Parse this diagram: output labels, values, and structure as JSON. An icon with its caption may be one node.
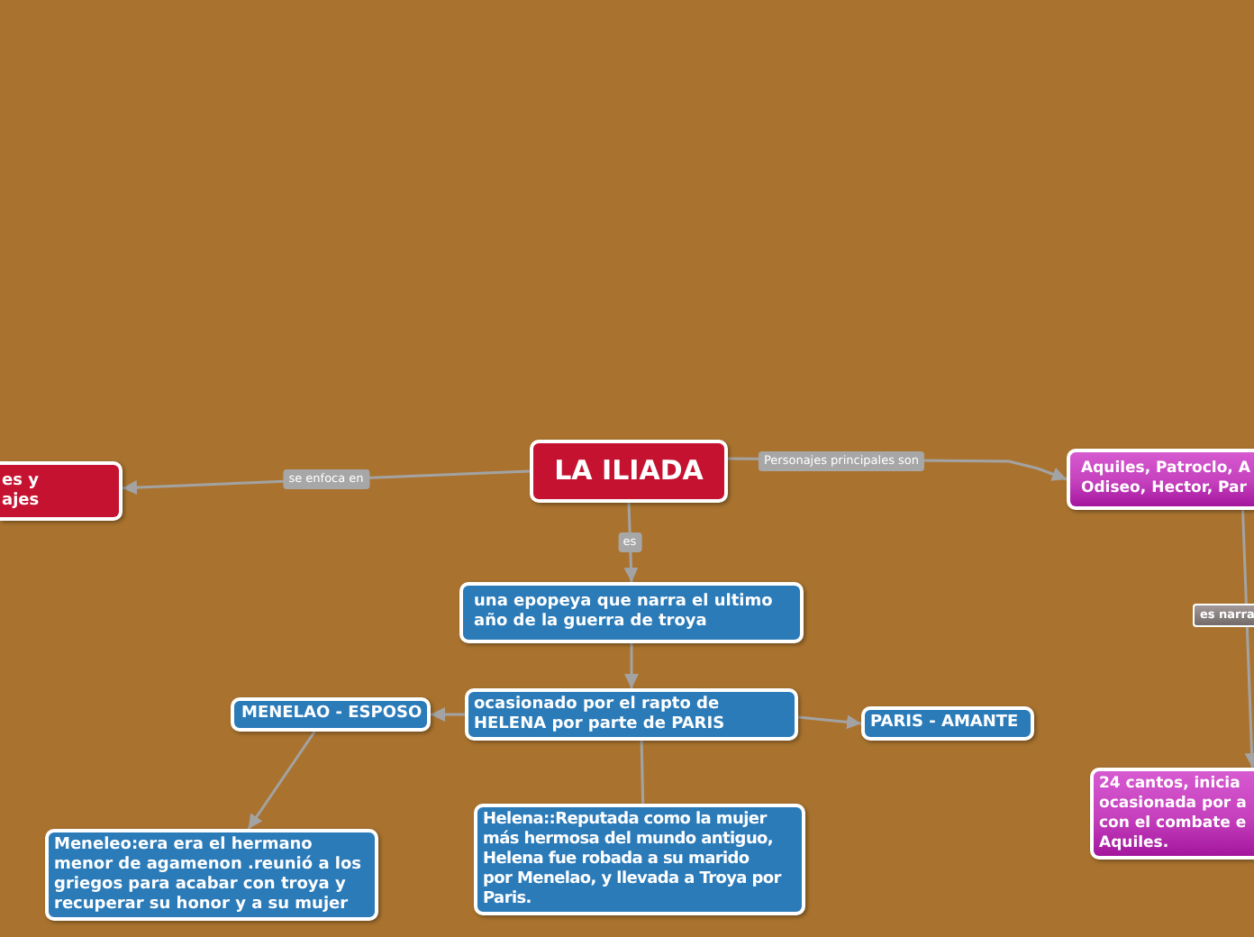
{
  "diagram": {
    "nodes": [
      {
        "text": [
          "LA ILIADA"
        ]
      },
      {
        "text": [
          "es y ajes"
        ]
      },
      {
        "text": [
          "Aquiles, Patroclo, A Odiseo, Hector, Par"
        ]
      },
      {
        "text": [
          "una epopeya que narra el ultimo año de la guerra de troya"
        ]
      },
      {
        "text": [
          "ocasionado por el rapto de HELENA por parte de PARIS"
        ]
      },
      {
        "text": [
          "MENELAO - ESPOSO"
        ]
      },
      {
        "text": [
          "PARIS - AMANTE"
        ]
      },
      {
        "text": [
          "Meneleo:era era el hermano menor de agamenon .reunió a los griegos para acabar con troya y recuperar su honor y a su mujer"
        ]
      },
      {
        "text": [
          "Helena::Reputada como la mujer más hermosa del mundo antiguo, Helena fue robada a su marido por Menelao, y llevada a Troya por Paris."
        ]
      },
      {
        "text": [
          "24 cantos, inicia ocasionada por a con el combate e Aquiles."
        ]
      }
    ],
    "edges": [
      {
        "from": 0,
        "to": 1,
        "arrow": "to",
        "label": "se enfoca en"
      },
      {
        "from": 0,
        "to": 2,
        "arrow": "to",
        "label": "Personajes principales son"
      },
      {
        "from": 0,
        "to": 3,
        "arrow": "to",
        "label": "es"
      },
      {
        "from": 3,
        "to": 4,
        "arrow": "to"
      },
      {
        "from": 4,
        "to": 5,
        "arrow": "to"
      },
      {
        "from": 4,
        "to": 6,
        "arrow": "to"
      },
      {
        "from": 5,
        "to": 7,
        "arrow": "to"
      },
      {
        "from": 4,
        "to": 8,
        "arrow": "none"
      },
      {
        "from": 2,
        "to": 9,
        "arrow": "to",
        "label": "es narra"
      }
    ]
  }
}
